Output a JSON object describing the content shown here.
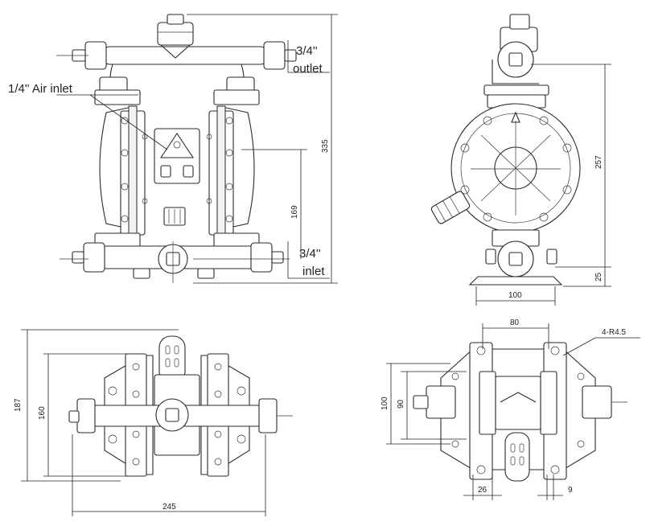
{
  "labels": {
    "air_inlet": "1/4'' Air inlet",
    "outlet_size": "3/4''",
    "outlet": "outlet",
    "inlet_size": "3/4''",
    "inlet": "inlet"
  },
  "dimensions": {
    "front_height_total": "335",
    "front_height_inlet": "169",
    "side_height": "257",
    "side_base": "25",
    "side_width": "100",
    "top_height_outer": "187",
    "top_height_inner": "160",
    "top_width": "245",
    "bottom_width_top": "80",
    "bottom_hole_label": "4-R4.5",
    "bottom_height_outer": "100",
    "bottom_height_inner": "90",
    "bottom_offset_left": "26",
    "bottom_offset_right": "9"
  }
}
